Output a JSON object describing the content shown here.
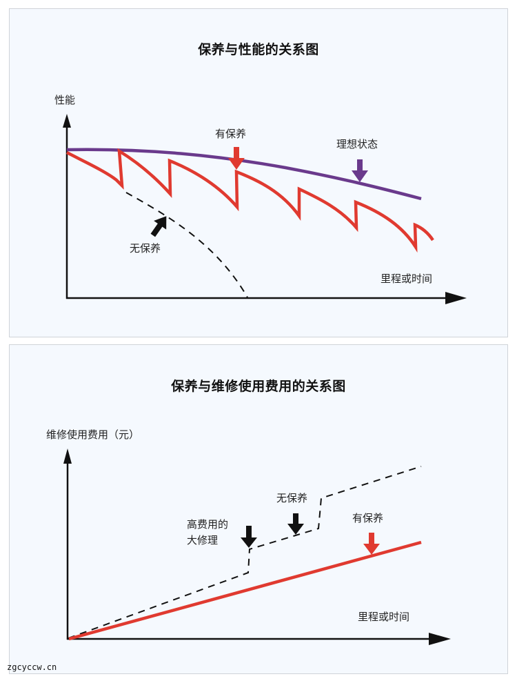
{
  "chart_data": [
    {
      "type": "line",
      "title": "保养与性能的关系图",
      "ylabel": "性能",
      "xlabel": "里程或时间",
      "grid": false,
      "series": [
        {
          "name": "理想状态",
          "color": "#6a3a8c",
          "style": "solid",
          "description": "performance declines slowly along a gentle downward curve"
        },
        {
          "name": "有保养",
          "color": "#e03a30",
          "style": "solid-sawtooth",
          "description": "performance declines then is restored by periodic maintenance (sawtooth), 6 restorations"
        },
        {
          "name": "无保养",
          "color": "#111111",
          "style": "dashed",
          "description": "performance falls steeply toward zero without maintenance"
        }
      ],
      "annotations": [
        {
          "text": "有保养",
          "arrow": "down",
          "color": "#e03a30"
        },
        {
          "text": "理想状态",
          "arrow": "down",
          "color": "#6a3a8c"
        },
        {
          "text": "无保养",
          "arrow": "up-right",
          "color": "#111111"
        }
      ]
    },
    {
      "type": "line",
      "title": "保养与维修使用费用的关系图",
      "ylabel": "维修使用费用（元）",
      "xlabel": "里程或时间",
      "grid": false,
      "series": [
        {
          "name": "有保养",
          "color": "#e03a30",
          "style": "solid",
          "description": "cost rises linearly at a low rate"
        },
        {
          "name": "无保养",
          "color": "#111111",
          "style": "dashed",
          "description": "cost rises faster with step jumps at major repairs"
        }
      ],
      "annotations": [
        {
          "text": "高费用的\n大修理",
          "arrow": "down",
          "color": "#111111"
        },
        {
          "text": "无保养",
          "arrow": "down",
          "color": "#111111"
        },
        {
          "text": "有保养",
          "arrow": "down",
          "color": "#e03a30"
        }
      ]
    }
  ],
  "panel1": {
    "title": "保养与性能的关系图",
    "y_axis_label": "性能",
    "x_axis_label": "里程或时间",
    "label_maintained": "有保养",
    "label_ideal": "理想状态",
    "label_unmaintained": "无保养"
  },
  "panel2": {
    "title": "保养与维修使用费用的关系图",
    "y_axis_label": "维修使用费用（元）",
    "x_axis_label": "里程或时间",
    "label_major_repair_line1": "高费用的",
    "label_major_repair_line2": "大修理",
    "label_unmaintained": "无保养",
    "label_maintained": "有保养"
  },
  "colors": {
    "ideal": "#6a3a8c",
    "maintained": "#e03a30",
    "unmaintained": "#111111",
    "panel_bg": "#f5f9fe"
  },
  "watermark": "zgcyccw.cn"
}
